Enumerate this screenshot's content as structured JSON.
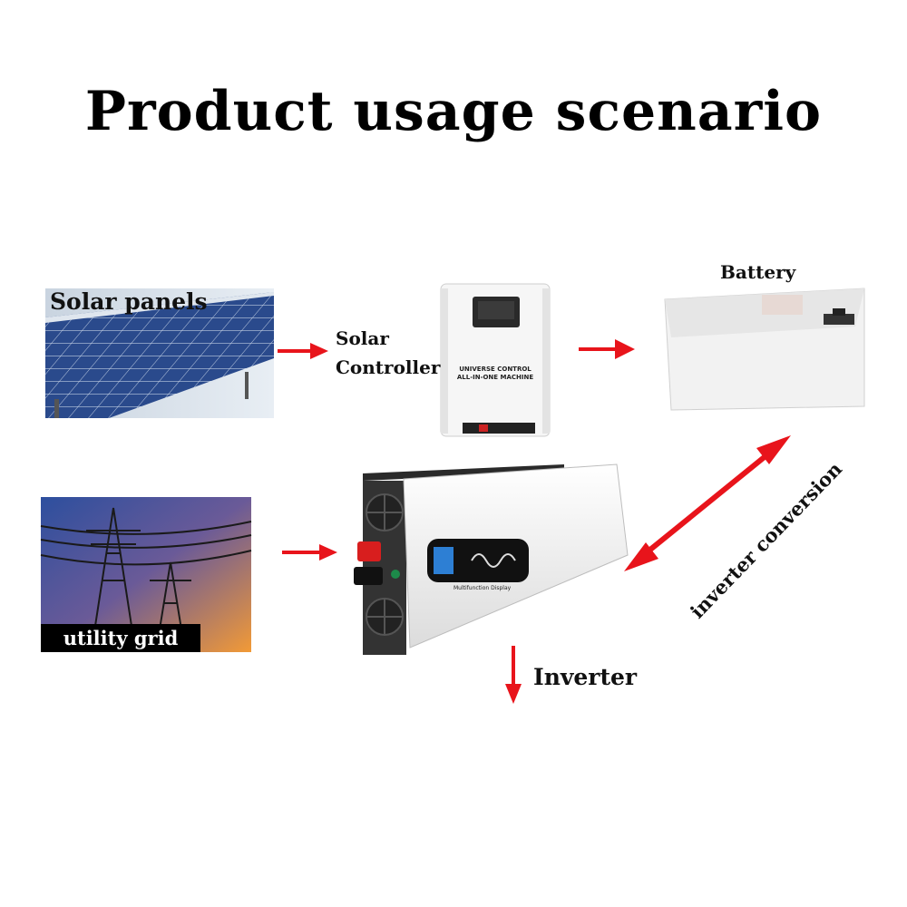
{
  "title": "Product usage scenario",
  "nodes": {
    "solar_panels": "Solar panels",
    "solar_controller": [
      "Solar",
      "Controller"
    ],
    "battery": "Battery",
    "utility_grid": "utility grid",
    "inverter": "Inverter"
  },
  "device_text": {
    "controller_line1": "UNIVERSE CONTROL",
    "controller_line2": "ALL-IN-ONE MACHINE",
    "inverter_display": "Multifunction Display"
  },
  "edge_label": "inverter conversion",
  "colors": {
    "arrow": "#e8141b",
    "background": "#ffffff",
    "text": "#000000"
  }
}
